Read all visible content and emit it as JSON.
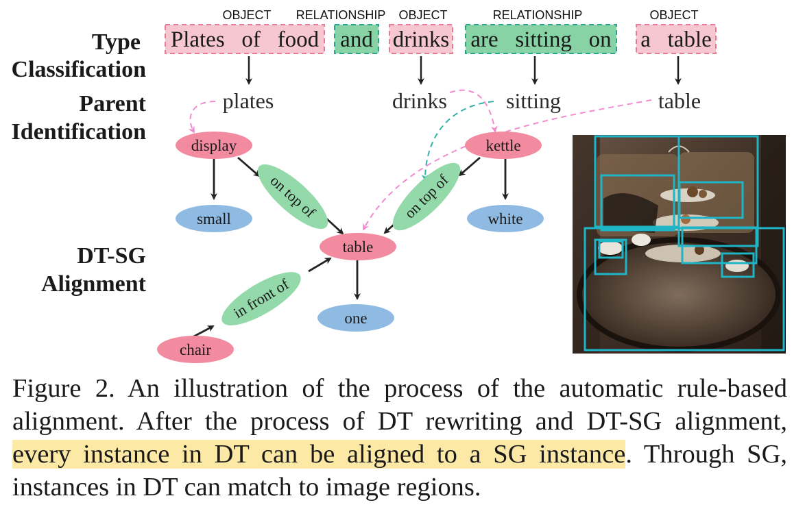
{
  "row_labels": {
    "type_line1": "Type",
    "type_line2": "Classification",
    "parent_line1": "Parent",
    "parent_line2": "Identification",
    "align_line1": "DT-SG",
    "align_line2": "Alignment"
  },
  "tokens": [
    {
      "tag": "OBJECT",
      "text": "Plates   of   food",
      "kind": "object"
    },
    {
      "tag": "RELATIONSHIP",
      "text": "and",
      "kind": "relationship"
    },
    {
      "tag": "OBJECT",
      "text": "drinks",
      "kind": "object"
    },
    {
      "tag": "RELATIONSHIP",
      "text": "are   sitting   on",
      "kind": "relationship"
    },
    {
      "tag": "OBJECT",
      "text": "a   table",
      "kind": "object"
    }
  ],
  "parents": [
    "plates",
    "drinks",
    "sitting",
    "table"
  ],
  "nodes": {
    "display": "display",
    "small": "small",
    "kettle": "kettle",
    "white": "white",
    "table": "table",
    "one": "one",
    "chair": "chair"
  },
  "edges": {
    "on_top_of_left": "on top of",
    "on_top_of_right": "on top of",
    "in_front_of": "in front of"
  },
  "colors": {
    "object_fill": "#f6c7d0",
    "object_border": "#e47a93",
    "relationship_fill": "#88d3a6",
    "relationship_border": "#2aa38a",
    "node_pink": "#f28aa0",
    "node_blue": "#8fbbe3",
    "node_green": "#93d9a9",
    "arrow_pink": "#f28bd0",
    "arrow_teal": "#2fb2a4",
    "box_cyan": "#1fb4c6",
    "highlight": "#fde9a6"
  },
  "caption": {
    "part1": "Figure 2.  An illustration of the process of the automatic rule-based alignment.  After the process of DT rewriting and DT-SG alignment, ",
    "highlight": "every instance in DT can be aligned to a SG instance",
    "part2": ". Through SG, instances in DT can match to image regions."
  }
}
